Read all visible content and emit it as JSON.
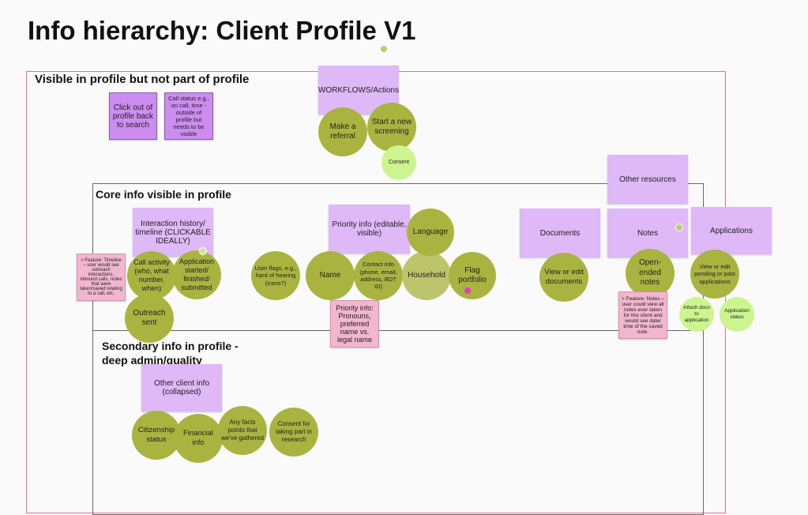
{
  "title": "Info hierarchy: Client Profile V1",
  "frames": {
    "outer": "Visible in profile but not part of profile",
    "core": "Core info visible in profile",
    "secondary": "Secondary info in profile - deep admin/quality"
  },
  "stickies": {
    "click_out": "Click out of profile back to search",
    "call_status": "Call status e.g., on call, time - outside of profile but needs to be visible",
    "workflows": "WORKFLOWS/Actions",
    "other_resources": "Other resources",
    "interaction_history": "Interaction history/ timeline (CLICKABLE IDEALLY)",
    "priority_info": "Priority info (editable, visible)",
    "documents": "Documents",
    "notes": "Notes",
    "applications": "Applications",
    "other_client_info": "Other client info (collapsed)",
    "feature_timeline": "> Feature: Timeline – user would see outreach interactions, inbound calls, notes that were taken/saved relating to a call, etc.",
    "priority_pronouns": "Priority info: Pronouns, preferred name vs. legal name",
    "feature_notes": "> Feature: Notes – user could view all notes ever taken for this client and would see date/ time of the saved note."
  },
  "circles": {
    "make_referral": "Make a referral",
    "start_screening": "Start a new screening",
    "consent": "Consent",
    "call_activity": "Call activity (who, what number, when)",
    "application_started": "Application started/ finished/ submitted",
    "outreach_sent": "Outreach sent",
    "user_flags": "User flags, e.g., hard of hearing (icons?)",
    "name": "Name",
    "contact_info": "Contact info (phone, email, address, BDT ID)",
    "household": "Household",
    "language": "Language",
    "flag_portfolio": "Flag portfolio",
    "view_documents": "View or edit documents",
    "open_notes": "Open-ended notes",
    "view_applications": "View or edit pending or past applications",
    "attach_docs": "Attach docs to application",
    "application_status": "Application status",
    "citizenship": "Citizenship status",
    "financial": "Financial info",
    "any_facts": "Any facts points that we've gathered",
    "consent_research": "Consent for taking part in research"
  },
  "colors": {
    "sticky_purple": "#cc8cf0",
    "sticky_light_purple": "#dfb8f7",
    "sticky_pink": "#f2b6cf",
    "circle_olive": "#a9b440",
    "circle_light_green": "#ccf590",
    "frame_pink": "#f06a9a"
  }
}
